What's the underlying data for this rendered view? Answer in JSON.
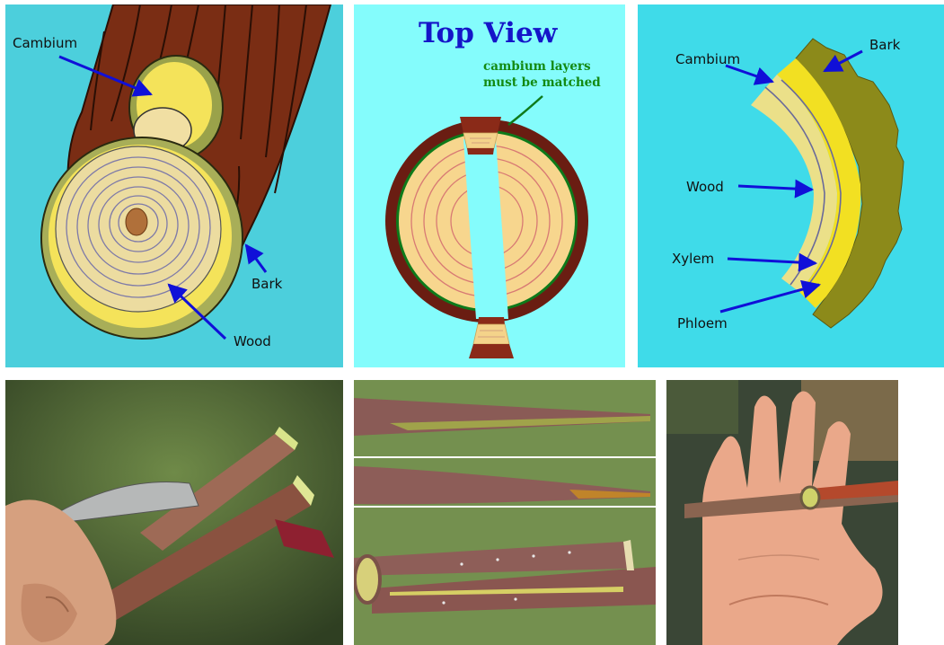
{
  "panel_cross_section": {
    "labels": {
      "cambium": "Cambium",
      "bark": "Bark",
      "wood": "Wood"
    }
  },
  "panel_top_view": {
    "title": "Top View",
    "note_line1": "cambium layers",
    "note_line2": "must be matched"
  },
  "panel_layers": {
    "labels": {
      "cambium": "Cambium",
      "bark": "Bark",
      "wood": "Wood",
      "xylem": "Xylem",
      "phloem": "Phloem"
    }
  },
  "colors": {
    "arrow": "#1010d8",
    "panel1_bg": "#4ccfdc",
    "panel2_bg": "#84fcfc",
    "panel3_bg": "#3fdbe9",
    "bark_brown": "#6b2a12",
    "wood": "#f3dc8c",
    "cambium_yellow": "#f2e030",
    "note_green": "#138a13"
  }
}
